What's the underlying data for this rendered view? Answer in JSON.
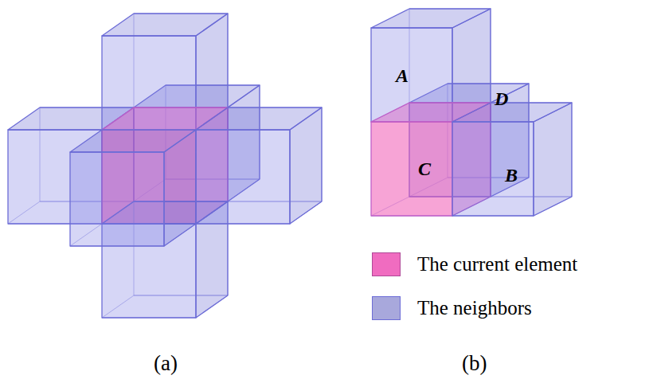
{
  "diagram": {
    "labels": [
      "A",
      "D",
      "C",
      "B",
      "(a)",
      "(b)"
    ],
    "legend": [
      {
        "text": "The current element",
        "color": "#f06cc0"
      },
      {
        "text": "The neighbors",
        "color": "#a8a8dc"
      }
    ]
  }
}
